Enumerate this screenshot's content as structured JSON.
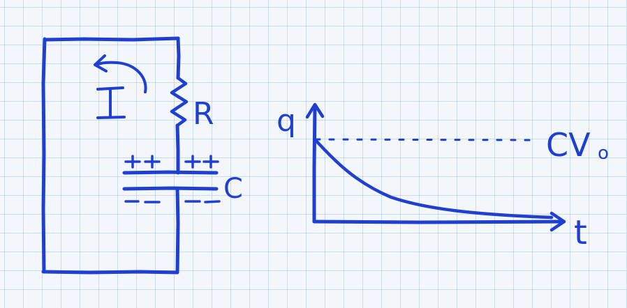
{
  "colors": {
    "ink": "#1f3fd0",
    "paper": "#f3f7fb",
    "grid": "#a8c4e6"
  },
  "circuit": {
    "current_label": "I",
    "resistor_label": "R",
    "capacitor_label": "C",
    "plus_left": "++",
    "plus_right": "++",
    "minus_left": "--",
    "minus_right": "--"
  },
  "graph": {
    "y_axis_label": "q",
    "x_axis_label": "t",
    "asymptote_label_main": "CV",
    "asymptote_label_sub": "o"
  }
}
